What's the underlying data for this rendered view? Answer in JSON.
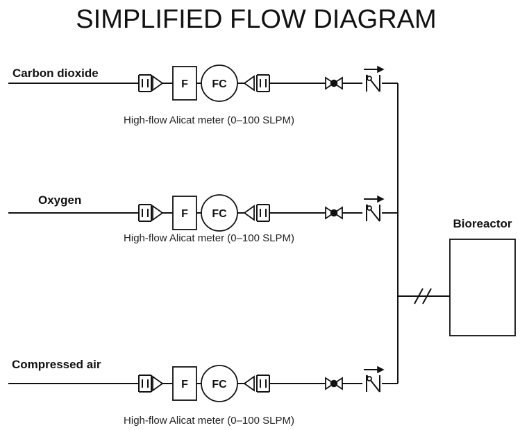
{
  "title": "SIMPLIFIED FLOW DIAGRAM",
  "lines": [
    {
      "gas": "Carbon dioxide",
      "meter": "High-flow Alicat meter (0–100 SLPM)"
    },
    {
      "gas": "Oxygen",
      "meter": "High-flow Alicat meter (0–100 SLPM)"
    },
    {
      "gas": "Compressed air",
      "meter": "High-flow Alicat meter (0–100 SLPM)"
    }
  ],
  "filter_label": "F",
  "controller_label": "FC",
  "destination": {
    "label": "Bioreactor"
  }
}
